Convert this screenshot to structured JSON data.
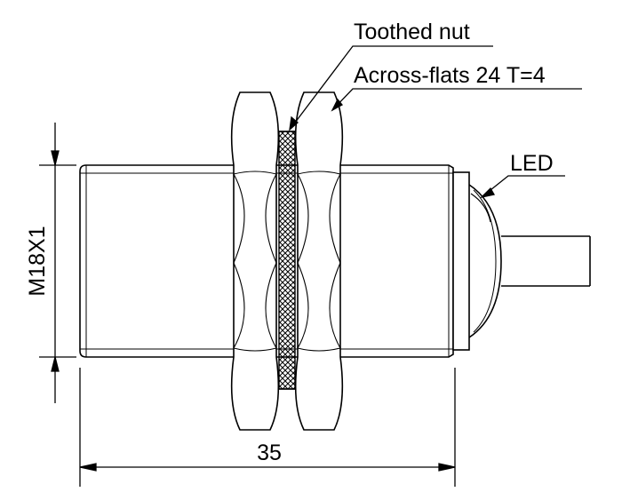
{
  "labels": {
    "toothed_nut": "Toothed nut",
    "across_flats": "Across-flats 24 T=4",
    "led": "LED",
    "thread": "M18X1",
    "length": "35"
  },
  "colors": {
    "stroke": "#000000",
    "background": "#ffffff"
  }
}
